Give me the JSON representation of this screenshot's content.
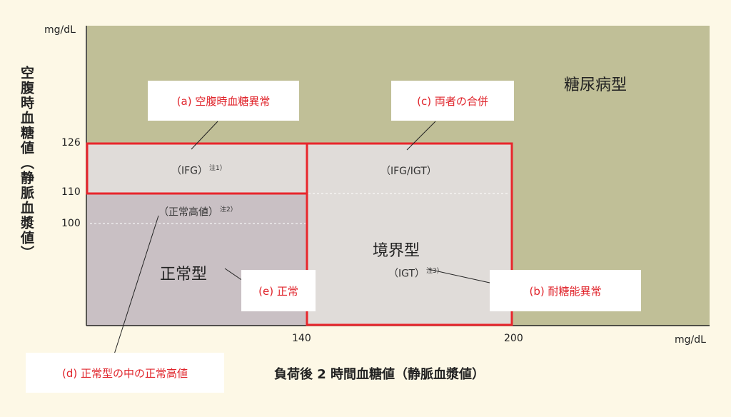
{
  "units": {
    "y_unit": "mg/dL",
    "x_unit": "mg/dL"
  },
  "y_ticks": [
    "126",
    "110",
    "100"
  ],
  "x_ticks": [
    "140",
    "200"
  ],
  "regions": {
    "diabetes": "糖尿病型",
    "borderline": "境界型",
    "normal": "正常型"
  },
  "inner_labels": {
    "ifg": "（IFG）",
    "ifg_note": "注1）",
    "ifg_igt": "（IFG/IGT）",
    "high_normal": "（正常高値）",
    "high_normal_note": "注2）",
    "igt": "（IGT）",
    "igt_note": "注3）"
  },
  "callouts": {
    "a": "(a) 空腹時血糖異常",
    "b": "(b) 耐糖能異常",
    "c": "(c) 両者の合併",
    "d": "(d) 正常型の中の正常高値",
    "e": "(e) 正常"
  },
  "axis_titles": {
    "x": "負荷後 2 時間血糖値（静脈血漿値）",
    "y": "空腹時血糖値（静脈血漿値）"
  },
  "colors": {
    "background": "#fdf8e6",
    "diabetes_region": "#c0bf97",
    "borderline_region": "#e0dcd9",
    "normal_region": "#c9c0c4",
    "outline": "#e8262c",
    "callout_text": "#e0242b"
  }
}
